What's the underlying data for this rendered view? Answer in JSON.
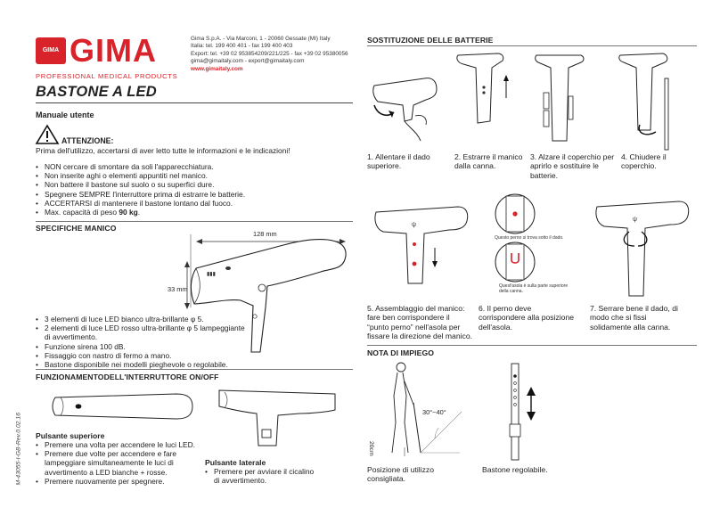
{
  "brand": {
    "logo_badge": "GIMA",
    "logo_text": "GIMA",
    "tagline": "PROFESSIONAL MEDICAL PRODUCTS",
    "company_lines": [
      "Gima S.p.A. - Via Marconi, 1 - 20060 Gessate (MI) Italy",
      "Italia: tel. 199 400 401 - fax 199 400 403",
      "Export: tel. +39 02 953854209/221/225 - fax +39 02 95380056",
      "gima@gimaitaly.com - export@gimaitaly.com"
    ],
    "website": "www.gimaitaly.com",
    "brand_color": "#d8232a"
  },
  "product_title": "BASTONE A LED",
  "manual_label": "Manuale utente",
  "warning": {
    "title": "ATTENZIONE:",
    "text": "Prima dell'utilizzo, accertarsi di aver letto tutte le informazioni e le indicazioni!",
    "items": [
      "NON cercare di smontare da soli l'apparecchiatura.",
      "Non inserite aghi o elementi appuntiti nel manico.",
      "Non battere il bastone sul suolo o su superfici dure.",
      "Spegnere SEMPRE l'interruttore prima di estrarre le batterie.",
      "ACCERTARSI di mantenere il bastone lontano dal fuoco."
    ],
    "last_item_prefix": "Max. capacità di peso",
    "last_item_value": "90 kg",
    "last_item_suffix": "."
  },
  "handle_specs": {
    "title": "SPECIFICHE MANICO",
    "length_label": "128 mm",
    "height_label": "33 mm",
    "items": [
      "3 elementi di luce LED bianco ultra-brillante φ 5.",
      "2 elementi di luce LED rosso ultra-brillante φ 5 lampeggiante di avvertimento.",
      "Funzione sirena 100 dB.",
      "Fissaggio con nastro di fermo a mano.",
      "Bastone disponibile nei modelli pieghevole o regolabile."
    ]
  },
  "switch": {
    "title": "FUNZIONAMENTODELL'INTERRUTTORE ON/OFF",
    "top_button_title": "Pulsante superiore",
    "top_button_items": [
      "Premere una volta per accendere le luci LED.",
      "Premere due volte per accendere e fare lampeggiare simultaneamente le luci di avvertimento a LED bianche + rosse.",
      "Premere nuovamente per spegnere."
    ],
    "side_button_title": "Pulsante laterale",
    "side_button_items": [
      "Premere per avviare il cicalino di avvertimento."
    ]
  },
  "side_code": "M-43055-I-GB-Rev.0.02.16",
  "batteries": {
    "title": "SOSTITUZIONE DELLE BATTERIE",
    "steps": [
      "1. Allentare il dado superiore.",
      "2. Estrarre il manico dalla canna.",
      "3. Alzare il coperchio per aprirlo e sostituire le batterie.",
      "4. Chiudere il coperchio."
    ],
    "steps2": [
      "5. Assemblaggio del manico: fare ben corrispondere il “punto perno” nell'asola per fissare la direzione del manico.",
      "6. Il perno deve corrispondere alla posizione dell'asola.",
      "7. Serrare bene il dado, di modo che si fissi solidamente alla canna."
    ],
    "note_pin": "Questo perno si trova sotto il dado.",
    "note_slot": "Quest'asola è sulla parte superiore della canna."
  },
  "usage": {
    "title": "NOTA DI IMPIEGO",
    "angle_label": "30°~40°",
    "distance_label": "20cm",
    "caption_posture": "Posizione di utilizzo consigliata.",
    "caption_adjust": "Bastone regolabile."
  }
}
